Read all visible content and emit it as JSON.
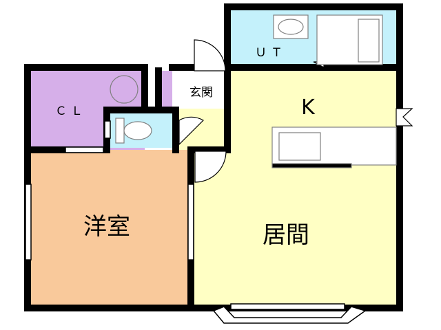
{
  "floor_plan": {
    "rooms": {
      "western_room": {
        "label": "洋室",
        "color": "#f9c99b"
      },
      "living_room": {
        "label": "居間",
        "color": "#ffffc4"
      },
      "kitchen": {
        "label": "K",
        "color": "#ffffc4"
      },
      "closet": {
        "label": "ＣＬ",
        "color": "#d6afe9"
      },
      "utility": {
        "label": "ＵＴ",
        "color": "#c4f1fb"
      },
      "entrance": {
        "label": "玄関",
        "color": "#ffffff"
      },
      "toilet": {
        "label": "",
        "color": "#c4f1fb"
      }
    },
    "colors": {
      "wall": "#000000",
      "fixture_line": "#808080",
      "fixture_fill": "#ffffff"
    }
  }
}
